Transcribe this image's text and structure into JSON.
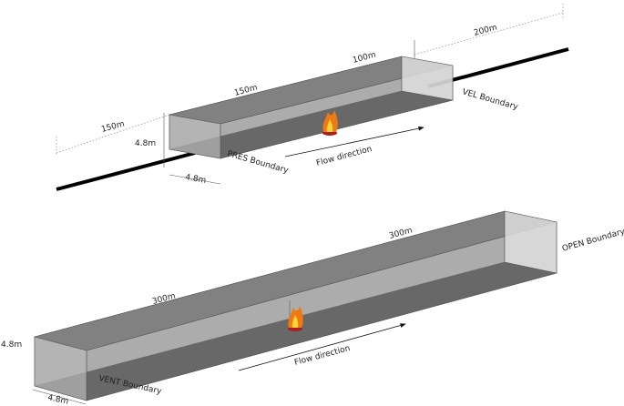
{
  "top_model": {
    "labels": {
      "len_a": "150m",
      "len_b": "150m",
      "len_c": "100m",
      "len_d": "200m",
      "height": "4.8m",
      "width": "4.8m",
      "inlet": "PRES Boundary",
      "outlet": "VEL Boundary",
      "flow": "Flow direction"
    }
  },
  "bottom_model": {
    "labels": {
      "len_a": "300m",
      "len_b": "300m",
      "height": "4.8m",
      "width": "4.8m",
      "inlet": "VENT Boundary",
      "outlet": "OPEN Boundary",
      "flow": "Flow direction"
    }
  },
  "colors": {
    "tunnel_top_face": "#8a8a8a",
    "tunnel_floor": "#4d4d4d",
    "tunnel_side": "#9a9a9a",
    "tunnel_end": "#d6d6d6",
    "fire_outer": "#f07a12",
    "fire_inner": "#ffd23a",
    "fire_base": "#a82020"
  }
}
